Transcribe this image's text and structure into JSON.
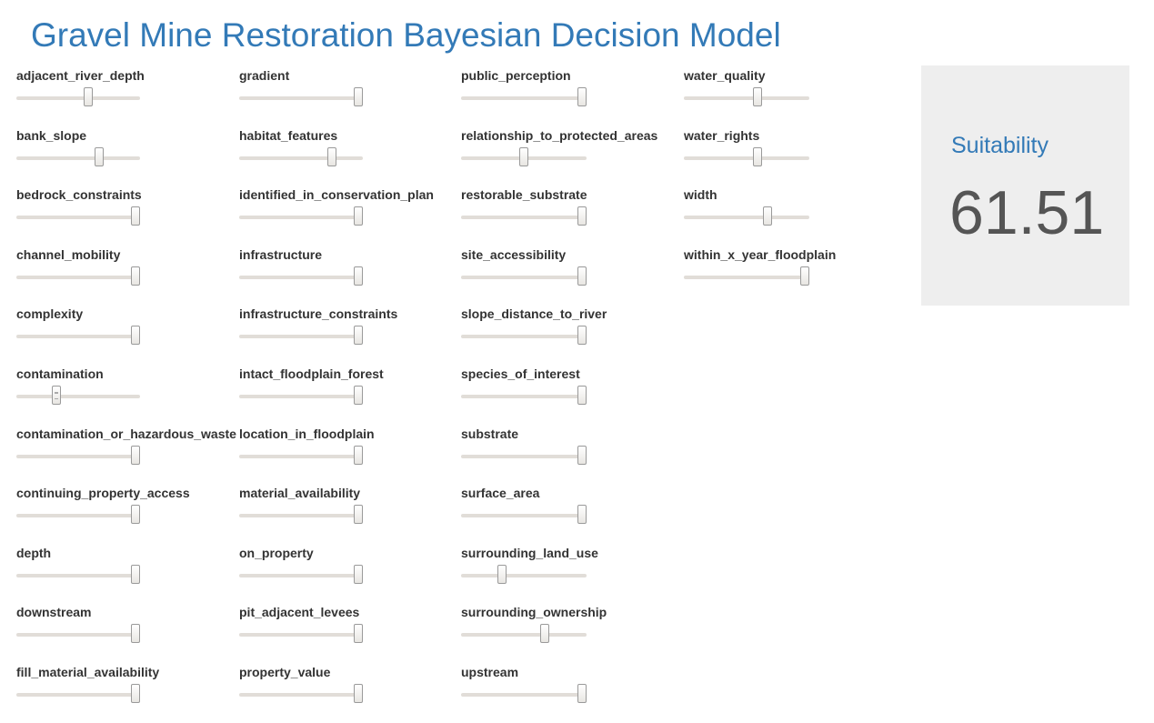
{
  "app": {
    "title": "Gravel Mine Restoration Bayesian Decision Model"
  },
  "colors": {
    "title": "#337ab7",
    "output_label": "#337ab7",
    "output_value": "#555555",
    "panel_background": "#eeeeee",
    "track": "#e1ddd8"
  },
  "columns": [
    {
      "sliders": [
        {
          "label": "adjacent_river_depth",
          "value": 0.59
        },
        {
          "label": "bank_slope",
          "value": 0.68
        },
        {
          "label": "bedrock_constraints",
          "value": 1.0
        },
        {
          "label": "channel_mobility",
          "value": 1.0
        },
        {
          "label": "complexity",
          "value": 1.0
        },
        {
          "label": "contamination",
          "value": 0.31,
          "icon": "grip-icon"
        },
        {
          "label": "contamination_or_hazardous_waste",
          "value": 1.0
        },
        {
          "label": "continuing_property_access",
          "value": 1.0
        },
        {
          "label": "depth",
          "value": 1.0
        },
        {
          "label": "downstream",
          "value": 1.0
        },
        {
          "label": "fill_material_availability",
          "value": 1.0
        }
      ]
    },
    {
      "sliders": [
        {
          "label": "gradient",
          "value": 1.0
        },
        {
          "label": "habitat_features",
          "value": 0.77
        },
        {
          "label": "identified_in_conservation_plan",
          "value": 1.0
        },
        {
          "label": "infrastructure",
          "value": 1.0
        },
        {
          "label": "infrastructure_constraints",
          "value": 1.0
        },
        {
          "label": "intact_floodplain_forest",
          "value": 1.0
        },
        {
          "label": "location_in_floodplain",
          "value": 1.0
        },
        {
          "label": "material_availability",
          "value": 1.0
        },
        {
          "label": "on_property",
          "value": 1.0
        },
        {
          "label": "pit_adjacent_levees",
          "value": 1.0
        },
        {
          "label": "property_value",
          "value": 1.0
        }
      ]
    },
    {
      "sliders": [
        {
          "label": "public_perception",
          "value": 1.0
        },
        {
          "label": "relationship_to_protected_areas",
          "value": 0.5
        },
        {
          "label": "restorable_substrate",
          "value": 1.0
        },
        {
          "label": "site_accessibility",
          "value": 1.0
        },
        {
          "label": "slope_distance_to_river",
          "value": 1.0
        },
        {
          "label": "species_of_interest",
          "value": 1.0
        },
        {
          "label": "substrate",
          "value": 1.0
        },
        {
          "label": "surface_area",
          "value": 1.0
        },
        {
          "label": "surrounding_land_use",
          "value": 0.31
        },
        {
          "label": "surrounding_ownership",
          "value": 0.68
        },
        {
          "label": "upstream",
          "value": 1.0
        }
      ]
    },
    {
      "sliders": [
        {
          "label": "water_quality",
          "value": 0.59
        },
        {
          "label": "water_rights",
          "value": 0.59
        },
        {
          "label": "width",
          "value": 0.68
        },
        {
          "label": "within_x_year_floodplain",
          "value": 1.0
        }
      ]
    }
  ],
  "output": {
    "label": "Suitability",
    "value": "61.51"
  }
}
